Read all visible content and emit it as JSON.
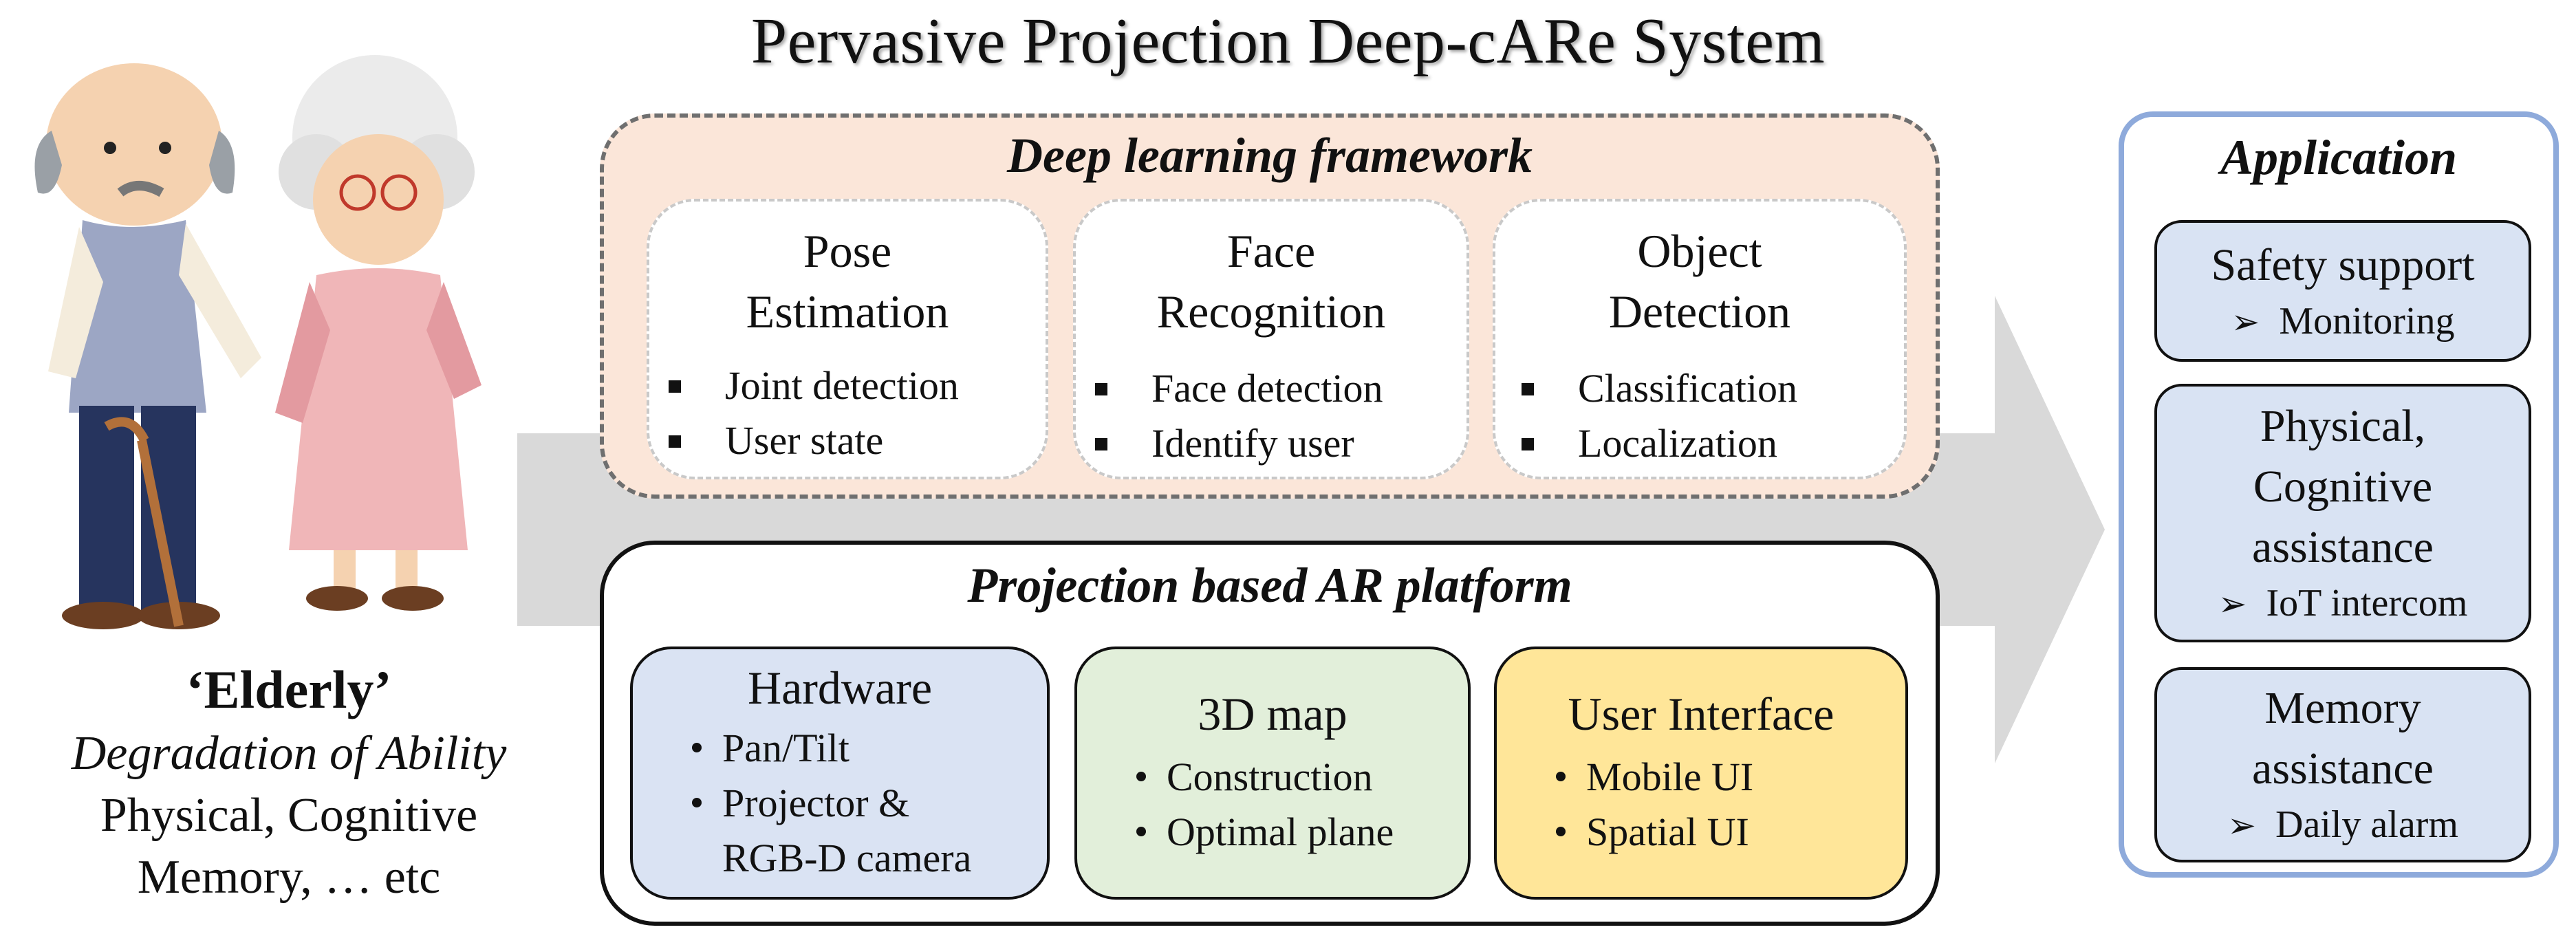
{
  "title": "Pervasive Projection Deep-cARe System",
  "elderly": {
    "title": "‘Elderly’",
    "subtitle": "Degradation of Ability",
    "line1": "Physical, Cognitive",
    "line2": "Memory, … etc"
  },
  "deep_learning": {
    "header": "Deep learning framework",
    "cards": [
      {
        "title_line1": "Pose",
        "title_line2": "Estimation",
        "bullets": [
          "Joint detection",
          "User state"
        ]
      },
      {
        "title_line1": "Face",
        "title_line2": "Recognition",
        "bullets": [
          "Face detection",
          "Identify user"
        ]
      },
      {
        "title_line1": "Object",
        "title_line2": "Detection",
        "bullets": [
          "Classification",
          "Localization"
        ]
      }
    ]
  },
  "ar_platform": {
    "header": "Projection based AR platform",
    "cards": [
      {
        "title": "Hardware",
        "bullets": [
          "Pan/Tilt",
          "Projector &",
          "RGB-D camera"
        ],
        "color": "#dae3f3"
      },
      {
        "title": "3D map",
        "bullets": [
          "Construction",
          "Optimal plane"
        ],
        "color": "#e2efda"
      },
      {
        "title": "User Interface",
        "bullets": [
          "Mobile UI",
          "Spatial UI"
        ],
        "color": "#ffe699"
      }
    ]
  },
  "application": {
    "header": "Application",
    "cards": [
      {
        "title_lines": [
          "Safety support"
        ],
        "sub": "Monitoring"
      },
      {
        "title_lines": [
          "Physical,",
          "Cognitive",
          "assistance"
        ],
        "sub": "IoT intercom"
      },
      {
        "title_lines": [
          "Memory",
          "assistance"
        ],
        "sub": "Daily alarm"
      }
    ]
  },
  "colors": {
    "arrow": "#d9d9d9",
    "dl_panel": "#fbe6d9",
    "app_border": "#8eaadb",
    "app_card": "#d9e3f3"
  }
}
